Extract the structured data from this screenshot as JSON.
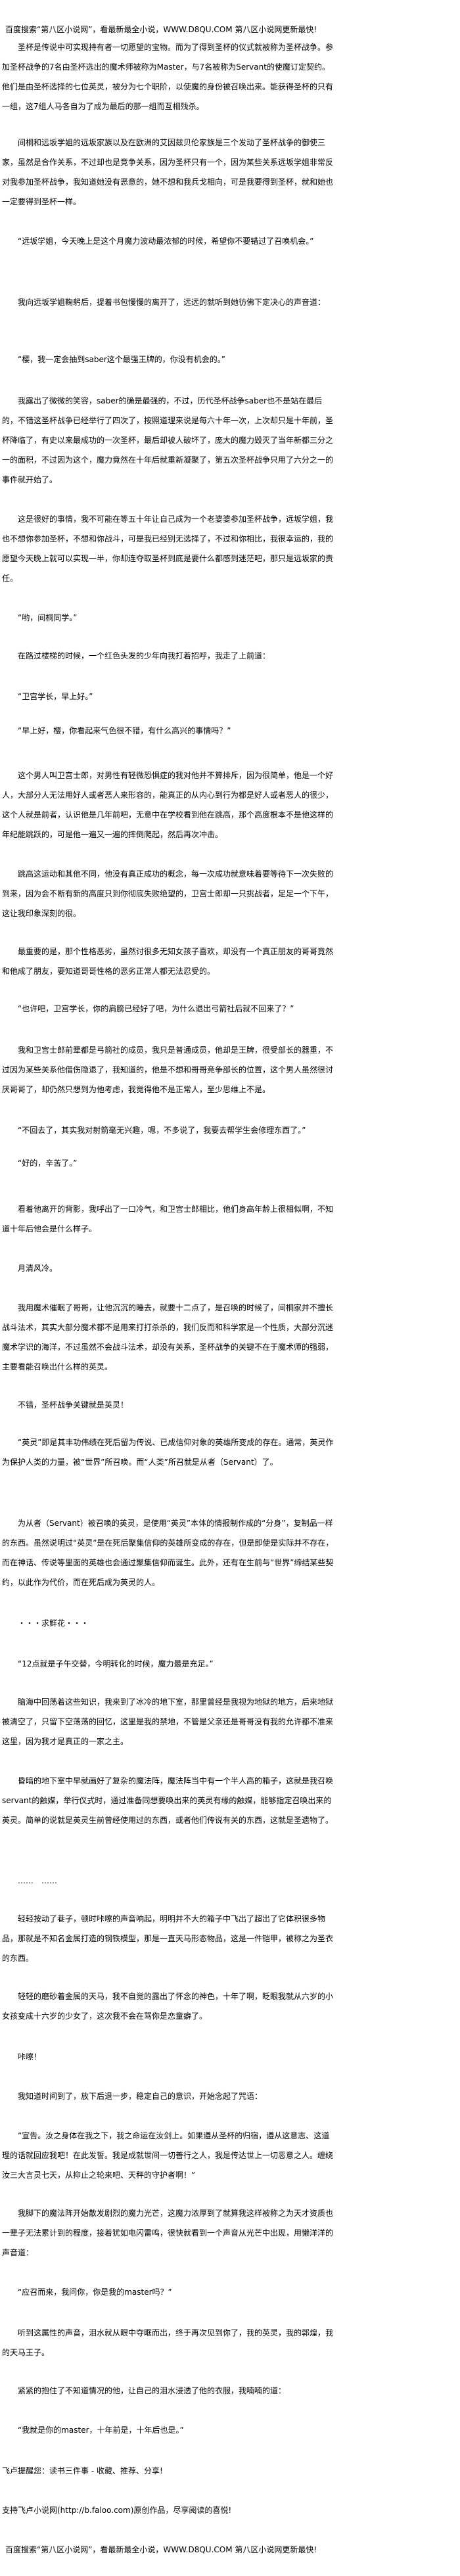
{
  "header": "百度搜索“第八区小说网”，看最新最全小说，WWW.D8QU.COM   第八区小说网更新最快!",
  "paragraphs": [
    "圣杯是传说中可实现持有者一切愿望的宝物。而为了得到圣杯的仪式就被称为圣杯战争。参加圣杯战争的7名由圣杯选出的魔术师被称为Master，与7名被称为Servant的使魔订定契约。他们是由圣杯选择的七位英灵，被分为七个职阶，以使魔的身份被召唤出来。能获得圣杯的只有一组，这7组人马各自为了成为最后的那一组而互相残杀。",
    "间桐和远坂学姐的远坂家族以及在欧洲的艾因兹贝伦家族是三个发动了圣杯战争的御使三家，虽然是合作关系，不过却也是竞争关系，因为圣杯只有一个，因为某些关系远坂学姐非常反对我参加圣杯战争，我知道她没有恶意的，她不想和我兵戈相向，可是我要得到圣杯，就和她也一定要得到圣杯一样。",
    "“远坂学姐，今天晚上是这个月魔力波动最浓郁的时候，希望你不要错过了召唤机会。”",
    "我向远坂学姐鞠躬后，提着书包慢慢的离开了，远远的就听到她彷佛下定决心的声音道：",
    "“樱，我一定会抽到saber这个最强王牌的，你没有机会的。”",
    "我露出了微微的笑容，saber的确是最强的，不过，历代圣杯战争saber也不是站在最后的，不错这圣杯战争已经举行了四次了，按照道理来说是每六十年一次，上次却只是十年前，圣杯降临了，有史以来最成功的一次圣杯，最后却被人破坏了，庞大的魔力毁灭了当年新都三分之一的面积，不过因为这个，魔力竟然在十年后就重新凝聚了，第五次圣杯战争只用了六分之一的事件就开始了。",
    "这是很好的事情，我不可能在等五十年让自己成为一个老婆婆参加圣杯战争，远坂学姐，我也不想你参加圣杯，不想和你战斗，可是我已经别无选择了，不过和你相比，我很幸运的，我的愿望今天晚上就可以实现一半，你却连夺取圣杯到底是要什么都感到迷茫吧，那只是远坂家的责任。",
    "“哟，间桐同学。”",
    "在路过楼梯的时候，一个红色头发的少年向我打着招呼，我走了上前道：",
    "“卫宫学长，早上好。”",
    "“早上好，樱，你看起来气色很不错，有什么高兴的事情吗？”",
    "这个男人叫卫宫士郎，对男性有轻微恐惧症的我对他并不算排斥，因为很简单，他是一个好人，大部分人无法用好人或者恶人来形容的，能真正的从内心到行为都是好人或者恶人的很少，这个人就是前者，认识他是几年前吧，无意中在学校看到他在跳高，那个高度根本不是他这样的年纪能跳跃的，可是他一遍又一遍的摔倒爬起，然后再次冲击。",
    "跳高这运动和其他不同，他没有真正成功的概念，每一次成功就意味着要等待下一次失败的到来，因为会不断有新的高度只到你彻底失败绝望的，卫宫士郎却一只挑战者，足足一个下午，这让我印象深刻的很。",
    "最重要的是，那个性格恶劣，虽然讨很多无知女孩子喜欢，却没有一个真正朋友的哥哥竟然和他成了朋友，要知道哥哥性格的恶劣正常人都无法忍受的。",
    "“也许吧，卫宫学长，你的肩膀已经好了吧，为什么退出弓箭社后就不回来了？”",
    "我和卫宫士郎前辈都是弓箭社的成员，我只是普通成员，他却是王牌，很受部长的器重，不过因为某些关系他借伤隐退了，我知道的，他是不想和哥哥竞争部长的位置，这个男人虽然很讨厌哥哥了，却仍然只想到为他考虑，我觉得他不是正常人，至少思维上不是。",
    "“不回去了，其实我对射箭毫无兴趣，嗯，不多说了，我要去帮学生会修理东西了。”",
    "“好的，辛苦了。”",
    "看着他离开的背影，我呼出了一口冷气，和卫宫士郎相比，他们身高年龄上很相似啊，不知道十年后他会是什么样子。",
    "月清风冷。",
    "我用魔术催眠了哥哥，让他沉沉的睡去，就要十二点了，是召唤的时候了，间桐家并不擅长战斗法术，其实大部分魔术都不是用来打打杀杀的，我们反而和科学家是一个性质，大部分沉迷魔术学识的海洋，不过虽然不会战斗法术，却没有关系，圣杯战争的关键不在于魔术师的强弱，主要看能召唤出什么样的英灵。",
    "不错，圣杯战争关键就是英灵！",
    "“英灵”即是其丰功伟绩在死后留为传说、已成信仰对象的英雄所变成的存在。通常，英灵作为保护人类的力量，被“世界”所召唤。而“人类”所召就是从者（Servant）了。",
    "为从者（Servant）被召唤的英灵，是使用“英灵”本体的情报制作成的“分身”，复制品一样的东西。虽然说明过“英灵”是在死后聚集信仰的英雄所变成的存在，但是即使是实际并不存在，而在神话、传说等里面的英雄也会通过聚集信仰而诞生。此外，还有在生前与“世界”缔结某些契约，以此作为代价，而在死后成为英灵的人。",
    "・・・求鲜花・・・",
    "“12点就是子午交替，今明转化的时候，魔力最是充足。”",
    "脑海中回荡着这些知识，我来到了冰冷的地下室，那里曾经是我视为地狱的地方，后来地狱被清空了，只留下空荡荡的回忆，这里是我的禁地，不管是父亲还是哥哥没有我的允许都不准来这里，因为我才是真正的一家之主。",
    "昏暗的地下室中早就画好了复杂的魔法阵，魔法阵当中有一个半人高的箱子，这就是我召唤servant的触媒，举行仪式时，通过准备同想要唤出来的英灵有缘的触媒，能够指定召唤出来的英灵。简单的说就是英灵生前曾经使用过的东西，或者他们传说有关的东西，这就是圣遗物了。",
    "……　……",
    "轻轻按动了巷子，顿时咔嚓的声音响起，明明并不大的箱子中飞出了超出了它体积很多物品，那就是不知名金属打造的钢铁模型，那是一直天马形态物品，这是一件铠甲，被称之为圣衣的东西。",
    "轻轻的磨砂着金属的天马，我不自觉的露出了怀念的神色，十年了啊，眨眼我就从六岁的小女孩变成十六岁的少女了，这次我不会在骂你是恋童癖了。",
    "咔嚓！",
    "我知道时间到了，放下后退一步，稳定自己的意识，开始念起了咒语：",
    "“宣告。汝之身体在我之下，我之命运在汝剑上。如果遵从圣杯的归宿，遵从这意志、这道理的话就回应我吧！在此发誓。我是成就世间一切善行之人，我是传达世上一切恶意之人。缠绕汝三大言灵七天，从抑止之轮来吧、天秤的守护者啊！”",
    "我脚下的魔法阵开始散发剧烈的魔力光芒，这魔力浓厚到了就算我这样被称之为天才资质也一辈子无法累计到的程度，接着犹如电闪雷鸣，很快就看到一个声音从光芒中出现，用懒洋洋的声音道：",
    "“应召而来，我问你，你是我的master吗？”",
    "听到这属性的声音，泪水就从眼中夺眶而出，终于再次见到你了，我的英灵，我的郭煌，我的天马王子。",
    "紧紧的抱住了不知道情况的他，让自己的泪水浸透了他的衣服，我喃喃的道：",
    "“我就是你的master，十年前是，十年后也是。”"
  ],
  "footer": {
    "reminder": "飞卢提醒您：读书三件事 - 收藏、推荐、分享!",
    "support": "支持飞卢小说网(http://b.faloo.com)原创作品，尽享阅读的喜悦!",
    "ad": "百度搜索“第八区小说网”，看最新最全小说，WWW.D8QU.COM   第八区小说网更新最快!"
  }
}
